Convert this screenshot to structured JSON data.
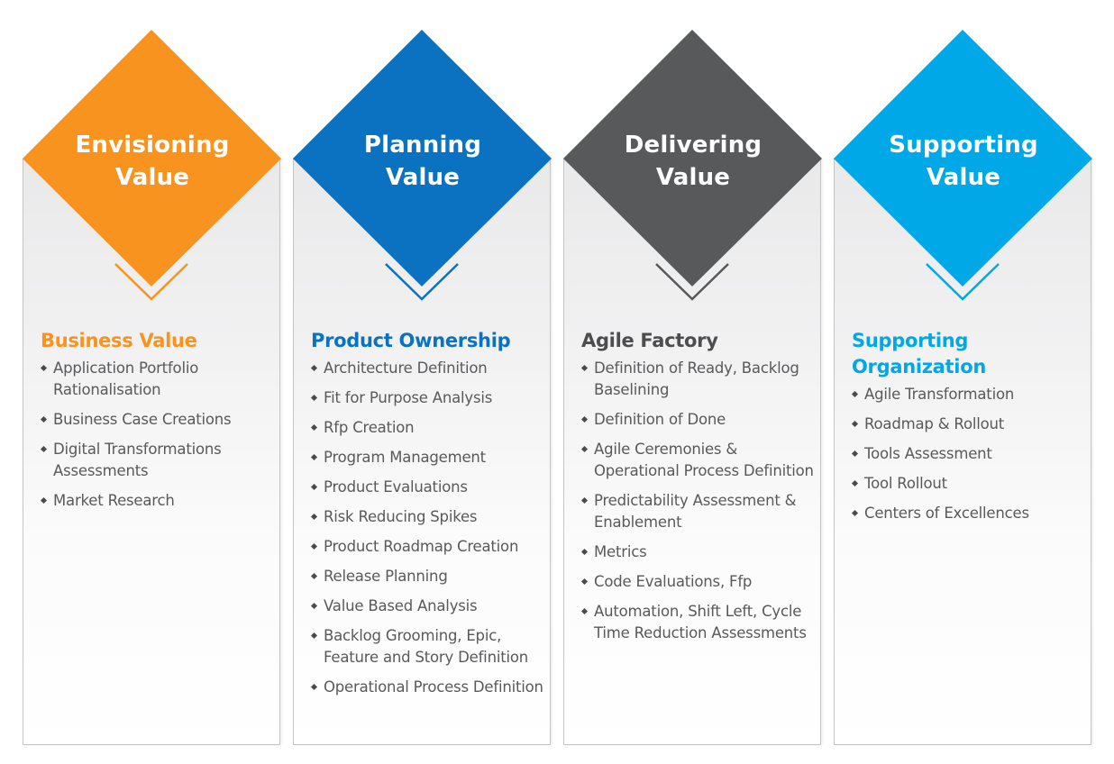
{
  "columns": [
    {
      "title_lines": [
        "Envisioning",
        "Value"
      ],
      "color": "#f7931e",
      "heading": "Business Value",
      "items": [
        "Application Portfolio Rationalisation",
        "Business Case Creations",
        "Digital Transformations Assessments",
        "Market Research"
      ]
    },
    {
      "title_lines": [
        "Planning",
        "Value"
      ],
      "color": "#0b72c1",
      "heading": "Product Ownership",
      "items": [
        "Architecture Definition",
        "Fit for Purpose Analysis",
        "Rfp Creation",
        "Program Management",
        "Product Evaluations",
        "Risk Reducing Spikes",
        "Product Roadmap Creation",
        "Release Planning",
        "Value Based Analysis",
        "Backlog Grooming, Epic, Feature and Story Definition",
        "Operational Process Definition"
      ]
    },
    {
      "title_lines": [
        "Delivering",
        "Value"
      ],
      "color": "#58595b",
      "heading": "Agile Factory",
      "items": [
        "Definition of Ready, Backlog Baselining",
        "Definition of Done",
        "Agile Ceremonies & Operational Process Definition",
        "Predictability Assessment & Enablement",
        "Metrics",
        "Code Evaluations, Ffp",
        "Automation, Shift Left, Cycle Time Reduction Assessments"
      ]
    },
    {
      "title_lines": [
        "Supporting",
        "Value"
      ],
      "color": "#00a8e8",
      "heading": "Supporting Organization",
      "items": [
        "Agile Transformation",
        "Roadmap & Rollout",
        "Tools Assessment",
        "Tool Rollout",
        "Centers of Excellences"
      ]
    }
  ]
}
